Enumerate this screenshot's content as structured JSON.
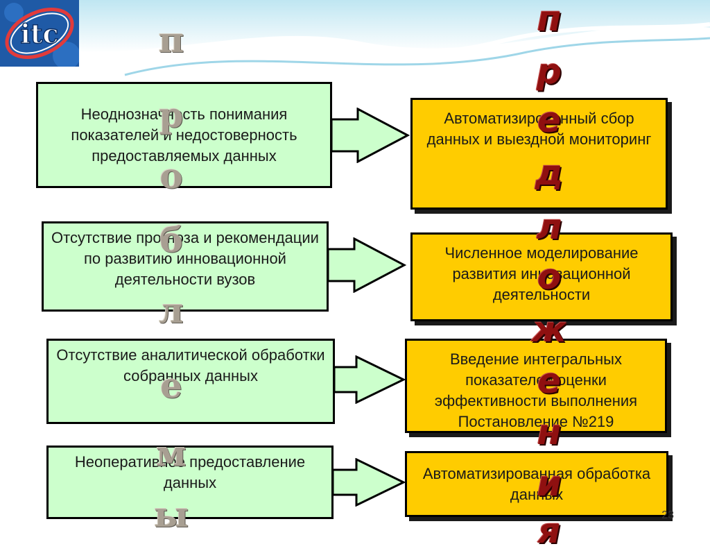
{
  "logo": {
    "text": "itc",
    "icon": "itc-globe-logo"
  },
  "problems_word": [
    "п",
    "р",
    "о",
    "б",
    "л",
    "е",
    "м",
    "ы"
  ],
  "proposals_word": [
    "п",
    "р",
    "е",
    "д",
    "л",
    "о",
    "ж",
    "е",
    "н",
    "и",
    "я"
  ],
  "problems": [
    "Неоднозначность понимания показателей и недостоверность предоставляемых  данных",
    "Отсутствие прогноза и рекомендации по  развитию инновационной деятельности вузов",
    "Отсутствие аналитической обработки\nсобранных данных",
    "Неоперативное предоставление данных"
  ],
  "solutions": [
    "Автоматизированный сбор данных и выездной мониторинг",
    "Численное моделирование развития инновационной деятельности",
    "Введение интегральных показателей оценки эффективности выполнения Постановление №219",
    "Автоматизированная обработка данных"
  ],
  "page_number": "23",
  "colors": {
    "problem_fill": "#ccffcc",
    "solution_fill": "#ffcc00",
    "left_letters": "#a89f92",
    "right_letters": "#8f1010"
  }
}
